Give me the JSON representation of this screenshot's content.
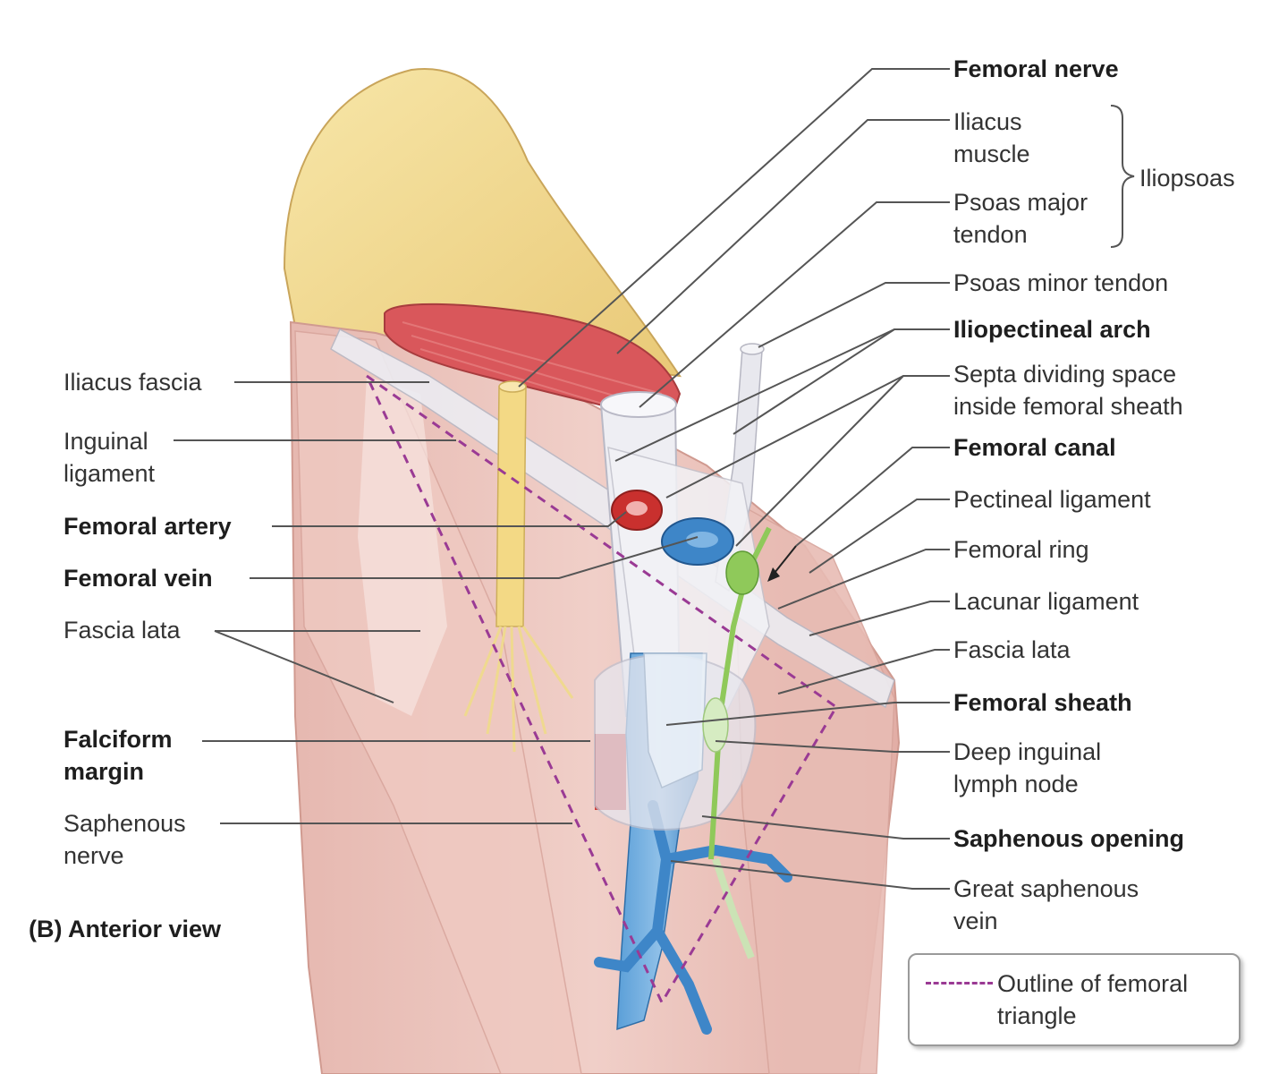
{
  "colors": {
    "muscle": "#ecc4bc",
    "muscle_dark": "#d89c94",
    "bone": "#f1d98c",
    "psoas_cut": "#d8565a",
    "artery": "#c9302e",
    "vein": "#3e86c8",
    "nerve": "#f3d985",
    "lymph": "#8fc95a",
    "triangle_outline": "#9a3a94",
    "leader": "#555555"
  },
  "view_caption": "(B) Anterior view",
  "labels_left": [
    {
      "key": "iliacus_fascia",
      "lines": [
        "Iliacus fascia"
      ],
      "bold": false
    },
    {
      "key": "inguinal_ligament",
      "lines": [
        "Inguinal",
        "ligament"
      ],
      "bold": false
    },
    {
      "key": "femoral_artery",
      "lines": [
        "Femoral artery"
      ],
      "bold": true
    },
    {
      "key": "femoral_vein",
      "lines": [
        "Femoral vein"
      ],
      "bold": true
    },
    {
      "key": "fascia_lata_left",
      "lines": [
        "Fascia lata"
      ],
      "bold": false
    },
    {
      "key": "falciform_margin",
      "lines": [
        "Falciform",
        "margin"
      ],
      "bold": true
    },
    {
      "key": "saphenous_nerve",
      "lines": [
        "Saphenous",
        "nerve"
      ],
      "bold": false
    }
  ],
  "labels_right": [
    {
      "key": "femoral_nerve",
      "lines": [
        "Femoral nerve"
      ],
      "bold": true
    },
    {
      "key": "iliacus_muscle",
      "lines": [
        "Iliacus",
        "muscle"
      ],
      "bold": false
    },
    {
      "key": "psoas_major_tendon",
      "lines": [
        "Psoas major",
        "tendon"
      ],
      "bold": false
    },
    {
      "key": "iliopsoas",
      "lines": [
        "Iliopsoas"
      ],
      "bold": false
    },
    {
      "key": "psoas_minor_tendon",
      "lines": [
        "Psoas minor tendon"
      ],
      "bold": false
    },
    {
      "key": "iliopectineal_arch",
      "lines": [
        "Iliopectineal arch"
      ],
      "bold": true
    },
    {
      "key": "septa",
      "lines": [
        "Septa dividing space",
        "inside femoral sheath"
      ],
      "bold": false
    },
    {
      "key": "femoral_canal",
      "lines": [
        "Femoral canal"
      ],
      "bold": true
    },
    {
      "key": "pectineal_ligament",
      "lines": [
        "Pectineal ligament"
      ],
      "bold": false
    },
    {
      "key": "femoral_ring",
      "lines": [
        "Femoral ring"
      ],
      "bold": false
    },
    {
      "key": "lacunar_ligament",
      "lines": [
        "Lacunar ligament"
      ],
      "bold": false
    },
    {
      "key": "fascia_lata_right",
      "lines": [
        "Fascia lata"
      ],
      "bold": false
    },
    {
      "key": "femoral_sheath",
      "lines": [
        "Femoral sheath"
      ],
      "bold": true
    },
    {
      "key": "deep_inguinal_lymph_node",
      "lines": [
        "Deep inguinal",
        "lymph node"
      ],
      "bold": false
    },
    {
      "key": "saphenous_opening",
      "lines": [
        "Saphenous opening"
      ],
      "bold": true
    },
    {
      "key": "great_saphenous_vein",
      "lines": [
        "Great saphenous",
        "vein"
      ],
      "bold": false
    }
  ],
  "legend": {
    "symbol": "dashed-line",
    "lines": [
      "Outline of femoral",
      "triangle"
    ]
  }
}
